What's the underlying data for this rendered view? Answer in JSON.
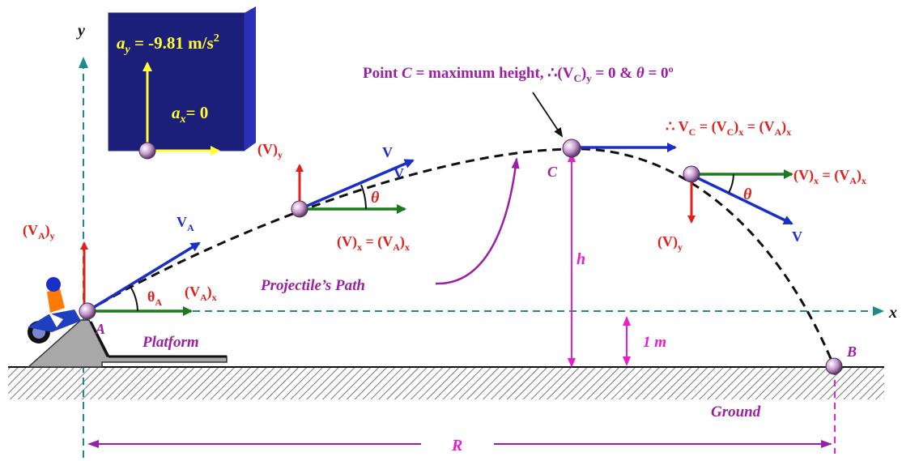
{
  "axes": {
    "x_label": "x",
    "y_label": "y"
  },
  "inset": {
    "ay_label": "a",
    "ay_sub": "y",
    "ay_value": " = -9.81 m/s",
    "ay_exp": "2",
    "ax_label": "a",
    "ax_sub": "x",
    "ax_value": "= 0"
  },
  "points": {
    "A": "A",
    "B": "B",
    "C": "C"
  },
  "point_c_note": {
    "prefix": "Point ",
    "name": "C",
    "rest": " = maximum height, ∴(V",
    "sub": "C",
    "rest2": ")",
    "sub2": "y",
    "rest3": " = 0 & ",
    "theta": "θ",
    "rest4": " = 0º"
  },
  "vc_eq": {
    "lead": "∴ V",
    "s1": "C",
    "mid": " = (V",
    "s2": "C",
    "mid2": ")",
    "s3": "x",
    "mid3": " = (V",
    "s4": "A",
    "mid4": ")",
    "s5": "x"
  },
  "labels": {
    "va_y": {
      "a": "(V",
      "s": "A",
      "b": ")",
      "s2": "y"
    },
    "va": {
      "a": "V",
      "s": "A"
    },
    "theta_a": {
      "a": "θ",
      "s": "A"
    },
    "va_x": {
      "a": "(V",
      "s": "A",
      "b": ")",
      "s2": "x"
    },
    "v_y_left": {
      "a": "(V)",
      "s": "y"
    },
    "v_left": "V",
    "v_left2": "V",
    "theta_left": "θ",
    "v_x_left": {
      "a": "(V)",
      "s": "x",
      "b": " = (V",
      "s2": "A",
      "c": ")",
      "s3": "x"
    },
    "v_x_right": {
      "a": "(V)",
      "s": "x",
      "b": " = (V",
      "s2": "A",
      "c": ")",
      "s3": "x"
    },
    "theta_right": "θ",
    "v_y_right": {
      "a": "(V)",
      "s": "y"
    },
    "v_right": "V",
    "path": "Projectile’s Path",
    "platform": "Platform",
    "h": "h",
    "one_m": "1 m",
    "ground": "Ground",
    "R": "R"
  },
  "colors": {
    "red": "#e0201a",
    "blue": "#1a2fc8",
    "green": "#1c7a1c",
    "purple": "#9b1fa3",
    "magenta": "#e81fcf",
    "teal": "#1f8a8a",
    "inset_bg": "#1b1f7a",
    "yellow": "#ffff33"
  }
}
